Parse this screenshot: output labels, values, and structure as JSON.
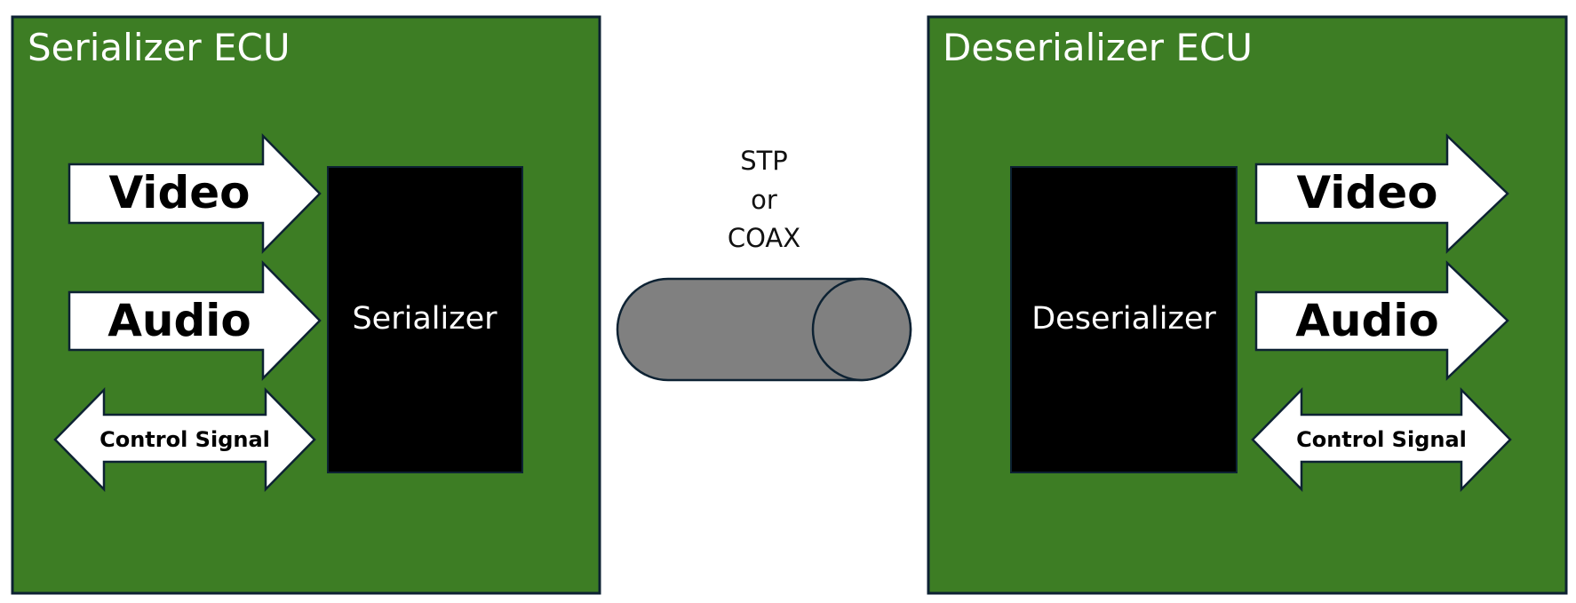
{
  "serializer_ecu": {
    "title": "Serializer ECU",
    "chip_label": "Serializer",
    "inputs": {
      "video": "Video",
      "audio": "Audio",
      "control": "Control Signal"
    }
  },
  "cable": {
    "line1": "STP",
    "line2": "or",
    "line3": "COAX"
  },
  "deserializer_ecu": {
    "title": "Deserializer ECU",
    "chip_label": "Deserializer",
    "outputs": {
      "video": "Video",
      "audio": "Audio",
      "control": "Control Signal"
    }
  },
  "colors": {
    "ecu_fill": "#3d7d24",
    "chip_fill": "#000000",
    "cable_fill": "#808080",
    "outline": "#0d2233"
  }
}
